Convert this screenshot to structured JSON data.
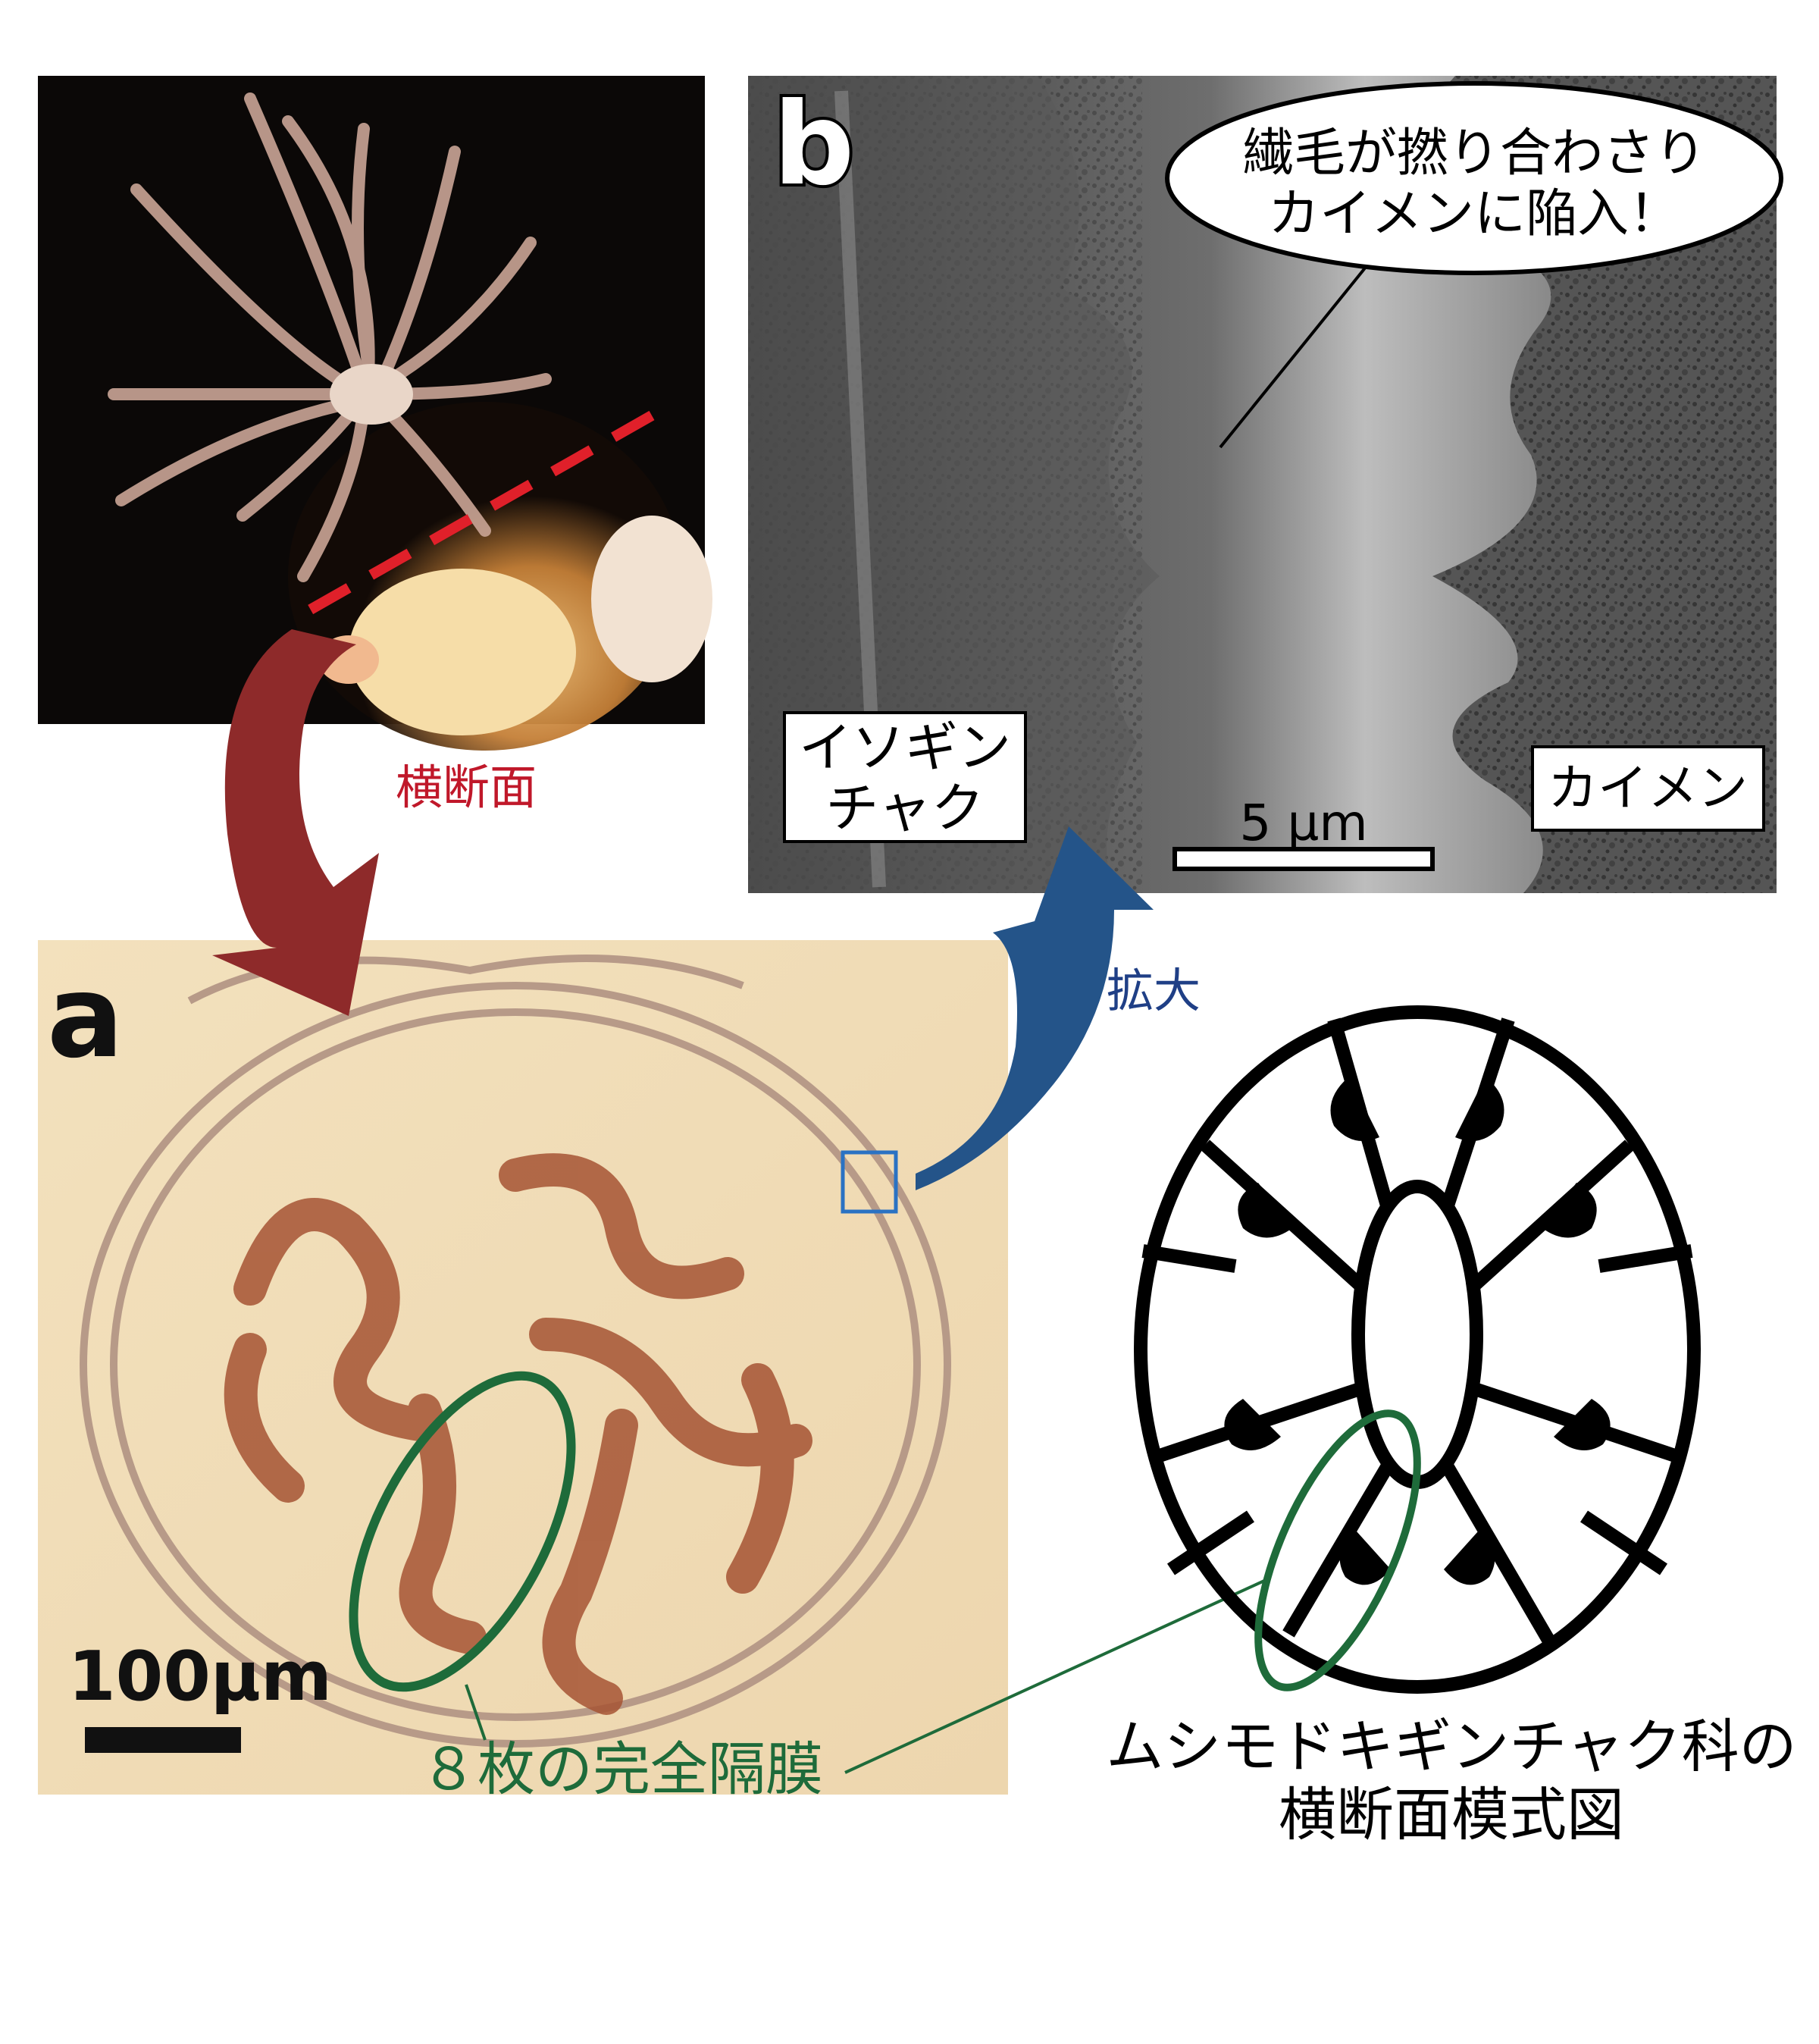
{
  "panel_b": {
    "letter": "b",
    "callout_line1": "繊毛が撚り合わさり",
    "callout_line2": "カイメンに陥入！",
    "left_label_line1": "イソギン",
    "left_label_line2": "チャク",
    "right_label": "カイメン",
    "scale_label": "5 µm"
  },
  "panel_a": {
    "letter": "a",
    "scale_label": "100µm",
    "septa_label": "８枚の完全隔膜"
  },
  "arrows": {
    "cross_section": "横断面",
    "magnify": "拡大"
  },
  "schematic": {
    "caption_line1": "ムシモドキギンチャク科の",
    "caption_line2": "横断面模式図"
  },
  "colors": {
    "red_arrow": "#8e2a2a",
    "red_text": "#c0182a",
    "blue_arrow": "#245489",
    "blue_text": "#1f3f86",
    "green": "#1e6b3a",
    "dashed_line": "#e0202a"
  }
}
